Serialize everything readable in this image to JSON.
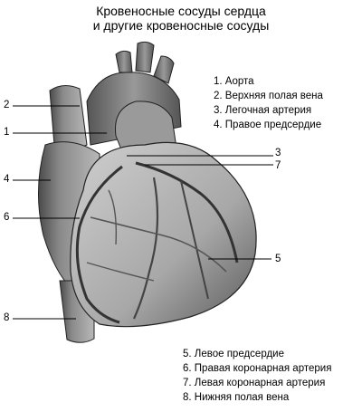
{
  "title": {
    "line1": "Кровеносные сосуды сердца",
    "line2": "и другие кровеносные сосуды"
  },
  "legend_top": [
    "1. Аорта",
    "2. Верхняя полая вена",
    "3. Легочная артерия",
    "4. Правое предсердие"
  ],
  "legend_bottom": [
    "5. Левое предсердие",
    "6. Правая коронарная артерия",
    "7. Левая коронарная артерия",
    "8. Нижняя полая вена"
  ],
  "leader_numbers": {
    "n1": "1",
    "n2": "2",
    "n3": "3",
    "n4": "4",
    "n5": "5",
    "n6": "6",
    "n7": "7",
    "n8": "8"
  }
}
